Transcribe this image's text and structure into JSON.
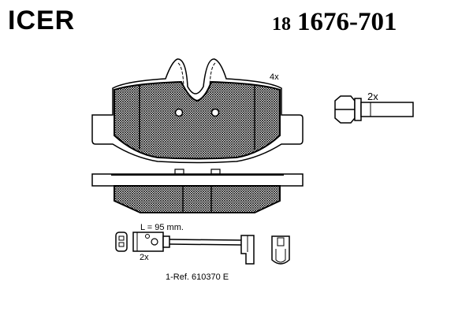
{
  "brand": "ICER",
  "part_number": {
    "prefix": "18",
    "number": "1676-701"
  },
  "labels": {
    "pad_qty": "4x",
    "bolt_qty": "2x",
    "sensor_length": "L = 95 mm.",
    "sensor_qty": "2x",
    "sensor_ref": "1-Ref. 610370 E"
  }
}
